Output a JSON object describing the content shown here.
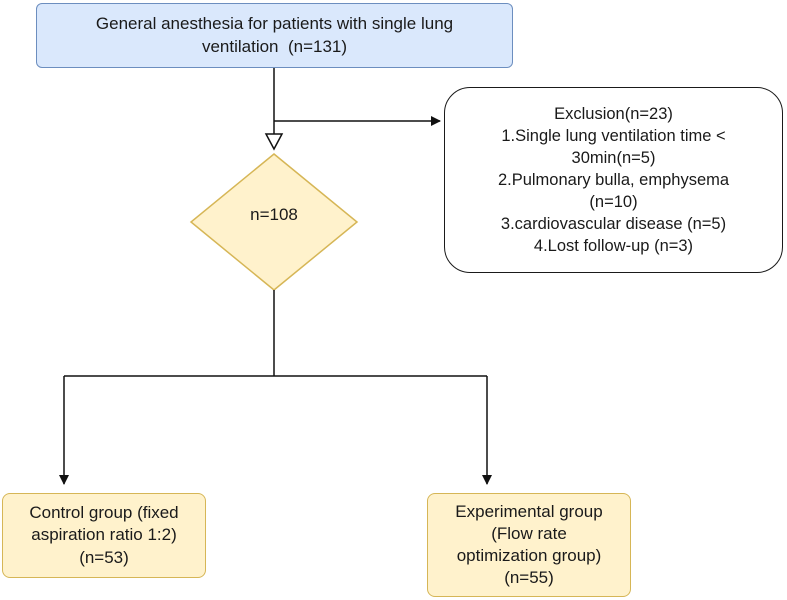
{
  "start_box": {
    "text_lines": [
      "General anesthesia for patients with single lung",
      "ventilation  (n=131)"
    ]
  },
  "exclusion_box": {
    "title": "Exclusion(n=23)",
    "lines": [
      "1.Single lung ventilation time <",
      "30min(n=5)",
      "2.Pulmonary bulla, emphysema",
      "(n=10)",
      "3.cardiovascular disease (n=5)",
      "4.Lost follow-up (n=3)"
    ]
  },
  "decision": {
    "label": "n=108"
  },
  "control_group": {
    "lines": [
      "Control group (fixed",
      "aspiration ratio 1:2)",
      "(n=53)"
    ]
  },
  "experimental_group": {
    "lines": [
      "Experimental group",
      "(Flow rate",
      "optimization group)",
      "(n=55)"
    ]
  },
  "colors": {
    "start_fill": "#dae8fc",
    "start_stroke": "#6c8ebf",
    "group_fill": "#fff2cc",
    "group_stroke": "#d6b656"
  }
}
